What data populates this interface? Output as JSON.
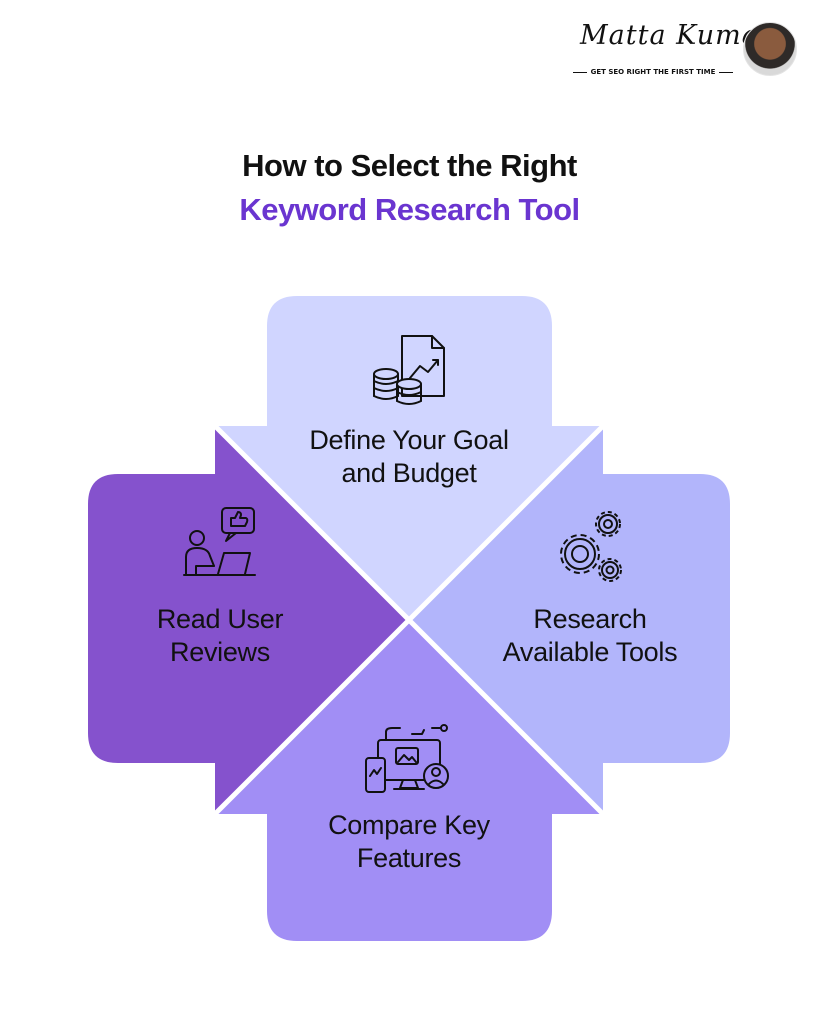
{
  "brand": {
    "name": "Matta Kumar",
    "tagline": "GET SEO RIGHT THE FIRST TIME"
  },
  "title": {
    "line1": "How to Select the Right",
    "line2": "Keyword Research Tool"
  },
  "steps": {
    "top": {
      "label": "Define Your Goal\nand Budget",
      "icon": "budget-chart-coins-icon",
      "color": "#d0d5ff"
    },
    "right": {
      "label": "Research\nAvailable Tools",
      "icon": "gears-icon",
      "color": "#b2b5fb"
    },
    "bottom": {
      "label": "Compare Key\nFeatures",
      "icon": "devices-comparison-icon",
      "color": "#a18ef5"
    },
    "left": {
      "label": "Read User\nReviews",
      "icon": "user-reviews-thumbs-up-icon",
      "color": "#8552cd"
    }
  },
  "colors": {
    "title_accent": "#6a35d0"
  }
}
